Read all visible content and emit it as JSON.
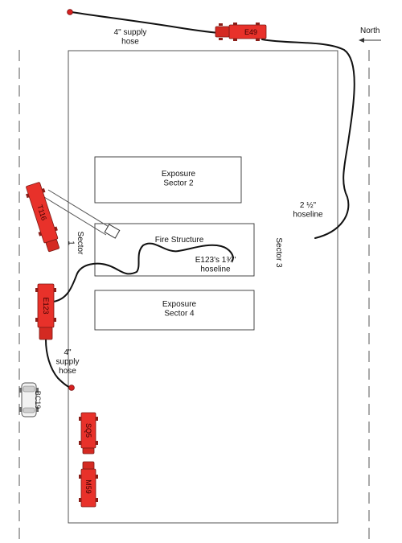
{
  "labels": {
    "north": "North",
    "supply_hose_top": "4\" supply\nhose",
    "supply_hose_left": "4\"\nsupply\nhose",
    "hoseline_right": "2 ½\"\nhoseline",
    "hoseline_e123": "E123's 1¾\"\nhoseline",
    "sector1": "Sector\n1",
    "sector3": "Sector 3"
  },
  "buildings": {
    "exposure2": "Exposure\nSector 2",
    "fire": "Fire Structure",
    "exposure4": "Exposure\nSector 4"
  },
  "vehicles": {
    "e49": "E49",
    "truck_left": "T116",
    "e123": "E123",
    "bc19": "BC19",
    "unit_a": "SQ5",
    "unit_b": "M59"
  },
  "colors": {
    "apparatus": "#e8312a",
    "hydrant": "#d62020",
    "hose": "#111111"
  },
  "icons": {
    "north_arrow": "arrow-left-icon",
    "hydrant": "hydrant-icon"
  }
}
